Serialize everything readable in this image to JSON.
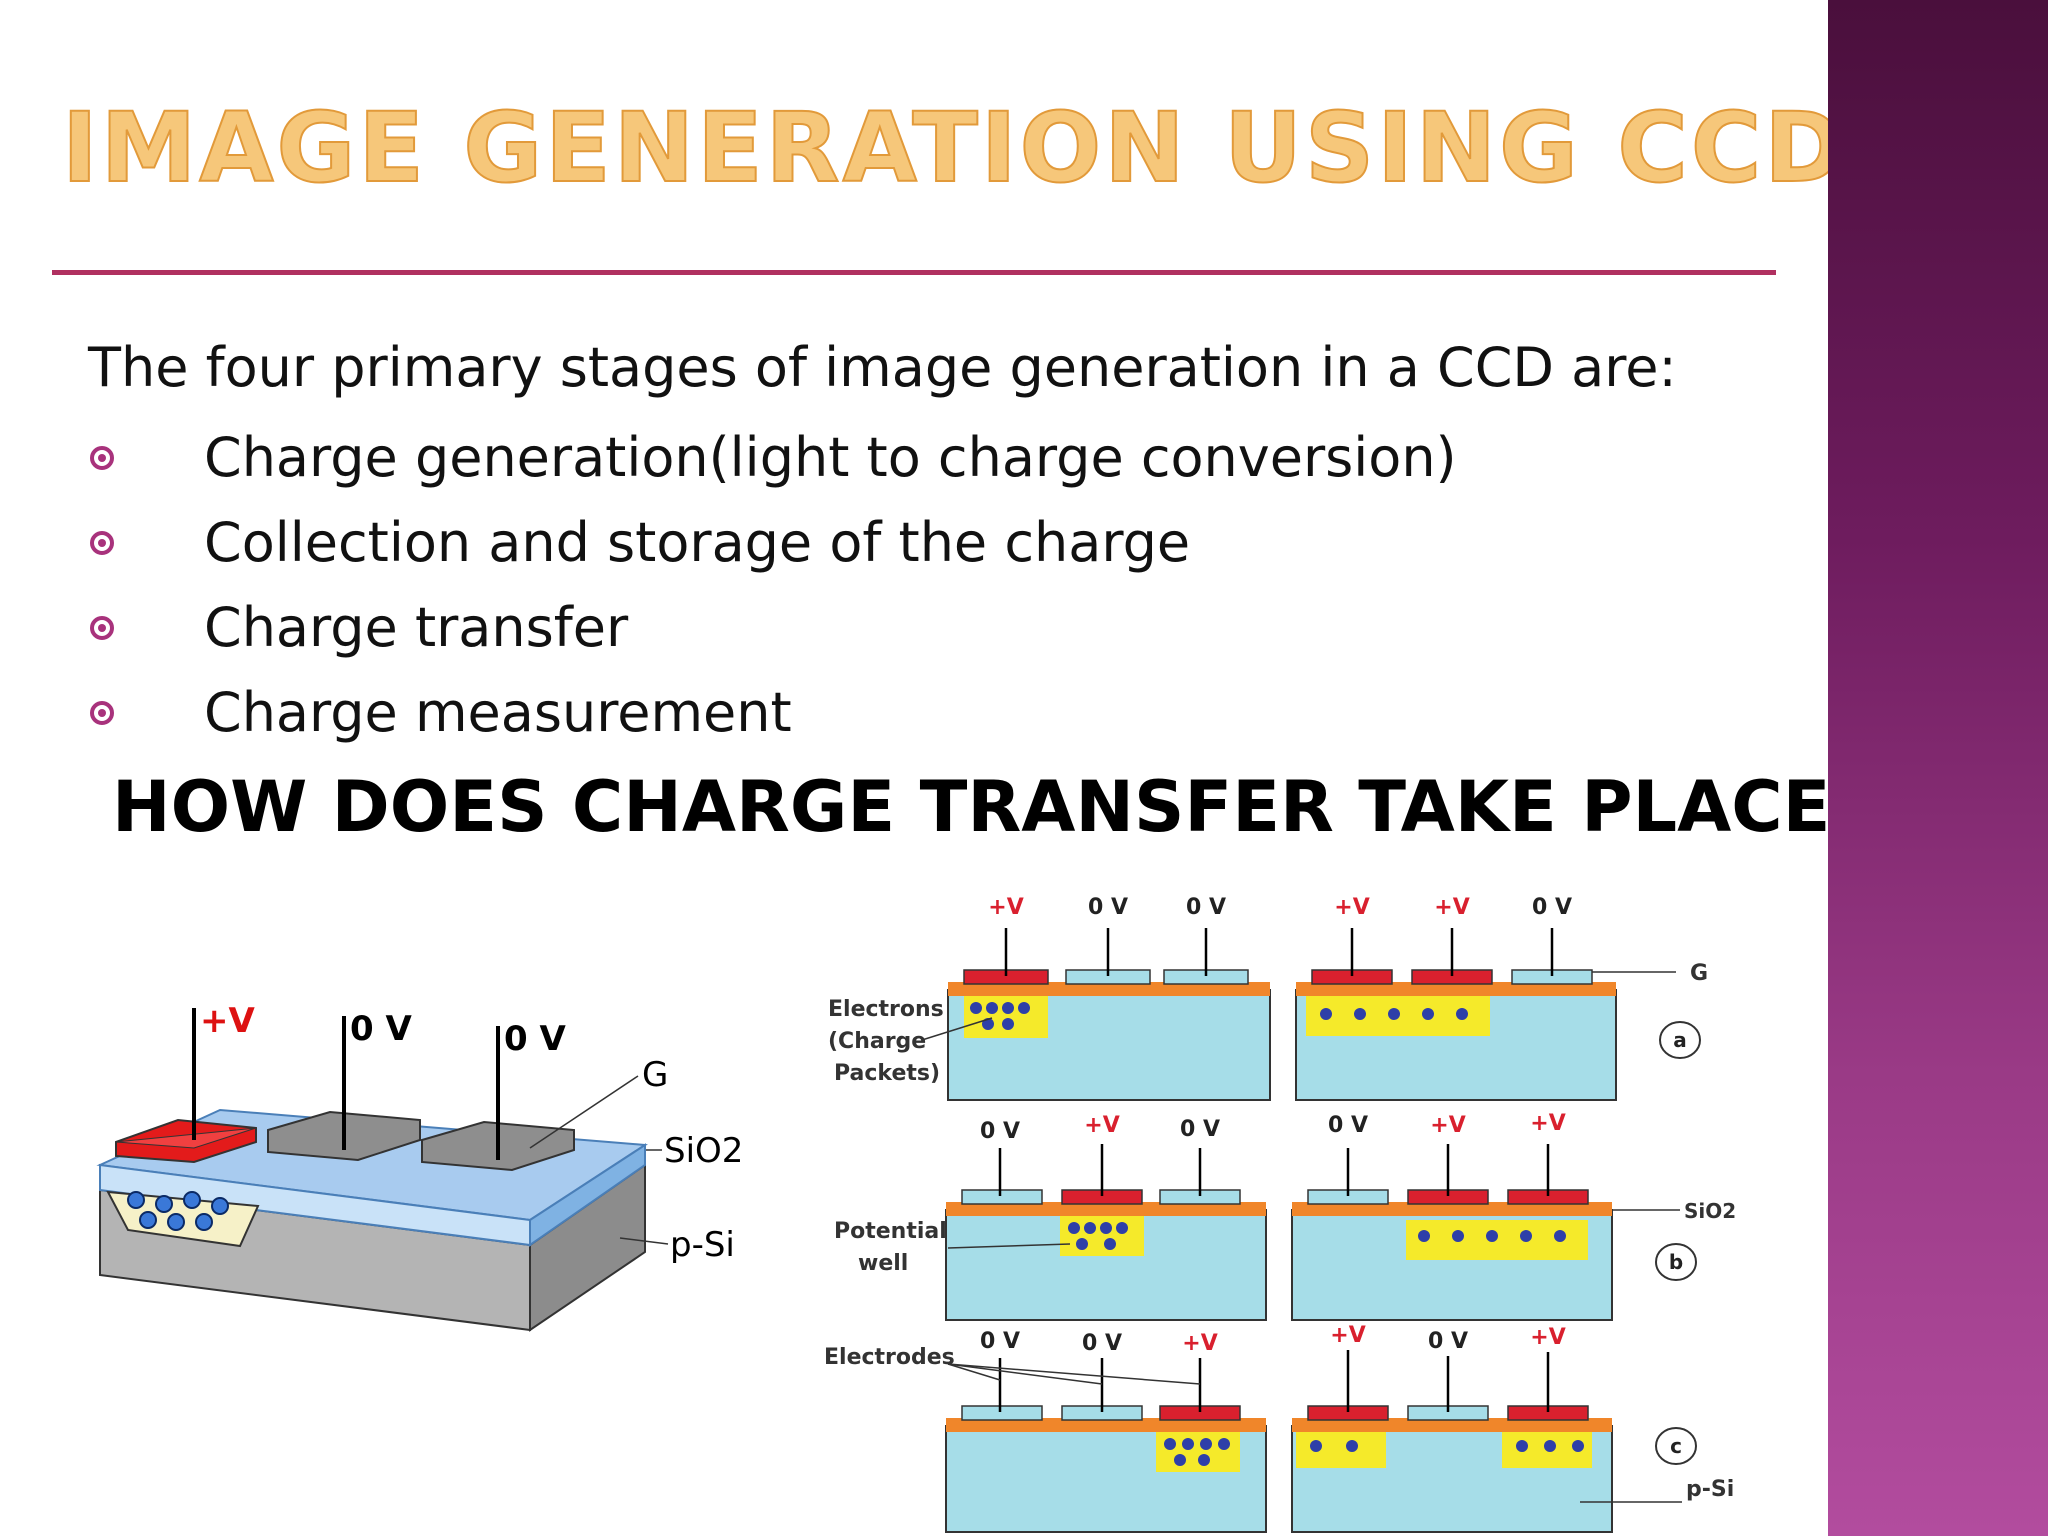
{
  "slide": {
    "title": "IMAGE GENERATION USING CCD:",
    "intro": "The four primary stages of image generation in a CCD are:",
    "bullets": [
      "Charge generation(light to charge conversion)",
      "Collection and storage of the charge",
      "Charge transfer",
      "Charge measurement"
    ],
    "subheading": "HOW DOES CHARGE TRANSFER TAKE PLACE?"
  },
  "left_diagram": {
    "labels": {
      "v1": "+V",
      "v2": "0 V",
      "v3": "0 V",
      "gate": "G",
      "oxide": "SiO2",
      "substrate": "p-Si"
    }
  },
  "right_diagram": {
    "rows": [
      {
        "left": [
          "+V",
          "0 V",
          "0 V"
        ],
        "right": [
          "+V",
          "+V",
          "0 V"
        ],
        "tag": "a"
      },
      {
        "left": [
          "0 V",
          "+V",
          "0 V"
        ],
        "right": [
          "0 V",
          "+V",
          "+V"
        ],
        "tag": "b"
      },
      {
        "left": [
          "0 V",
          "0 V",
          "+V"
        ],
        "right": [
          "+V",
          "0 V",
          "+V"
        ],
        "tag": "c"
      }
    ],
    "labels": {
      "electrons_1": "Electrons",
      "electrons_2": "(Charge",
      "electrons_3": "Packets)",
      "well_1": "Potential",
      "well_2": "well",
      "electrodes": "Electrodes",
      "gate": "G",
      "oxide": "SiO2",
      "substrate": "p-Si"
    }
  },
  "colors": {
    "title_fill": "#f6c77a",
    "title_stroke": "#e29a3a",
    "rule": "#b03060",
    "bullet": "#a8327c",
    "electrode_on": "#d9202e",
    "electrode_off": "#a6dde8",
    "oxide": "#f0862a",
    "silicon": "#a6dde8",
    "well": "#f5ea2a",
    "electron": "#2e3fa8"
  }
}
